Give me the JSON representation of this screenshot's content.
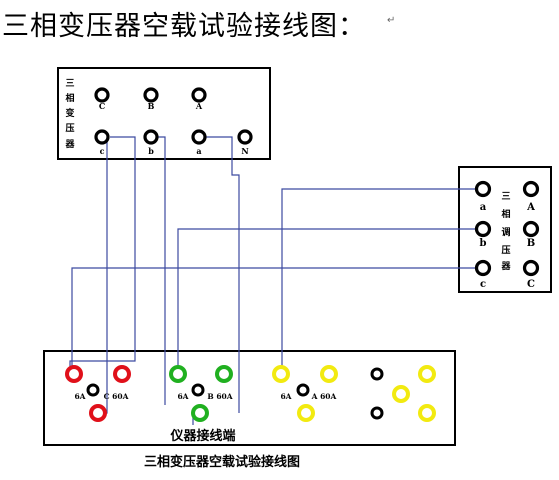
{
  "title": "三相变压器空载试验接线图：",
  "paragraph_mark": "↵",
  "transformer_top": {
    "side_label": [
      "三",
      "相",
      "变",
      "压",
      "器"
    ],
    "high_terminals": [
      "C",
      "B",
      "A"
    ],
    "low_terminals": [
      "c",
      "b",
      "a",
      "N"
    ]
  },
  "transformer_right": {
    "side_label": [
      "三",
      "相",
      "调",
      "压",
      "器"
    ],
    "terminals_low": [
      "a",
      "b",
      "c"
    ],
    "terminals_high": [
      "A",
      "B",
      "C"
    ]
  },
  "instrument": {
    "label": "仪器接线端",
    "group_labels": [
      {
        "left": "6A",
        "right": "C 60A"
      },
      {
        "left": "6A",
        "right": "B 60A"
      },
      {
        "left": "6A",
        "right": "A 60A"
      }
    ],
    "colors": {
      "red": "#e0101a",
      "green": "#20b020",
      "yellow": "#f2ea10",
      "black": "#000000",
      "wire": "#3c4aa0"
    }
  },
  "caption": "三相变压器空载试验接线图"
}
